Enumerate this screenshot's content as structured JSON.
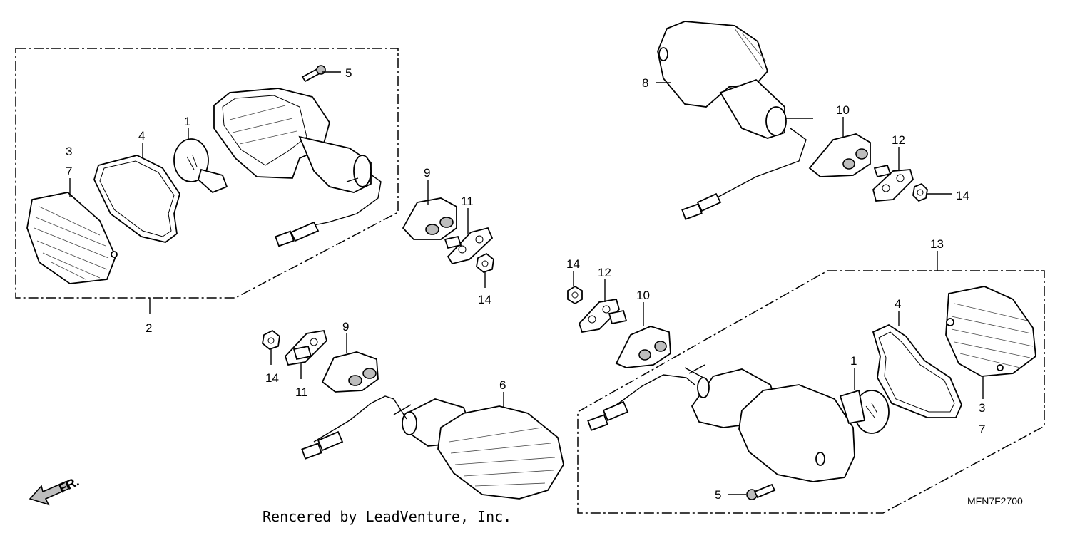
{
  "callouts": {
    "c1a": "1",
    "c2": "2",
    "c3a": "3",
    "c7a": "7",
    "c4a": "4",
    "c5a": "5",
    "c9a": "9",
    "c11a": "11",
    "c14a": "14",
    "c8": "8",
    "c10a": "10",
    "c12a": "12",
    "c14b": "14",
    "c13": "13",
    "c14c": "14",
    "c12b": "12",
    "c10b": "10",
    "c4b": "4",
    "c1b": "1",
    "c3b": "3",
    "c7b": "7",
    "c5b": "5",
    "c9b": "9",
    "c14d": "14",
    "c11b": "11",
    "c6": "6"
  },
  "diagram_code": "MFN7F2700",
  "credit": "Rencered by LeadVenture, Inc.",
  "front_arrow_label": "FR."
}
